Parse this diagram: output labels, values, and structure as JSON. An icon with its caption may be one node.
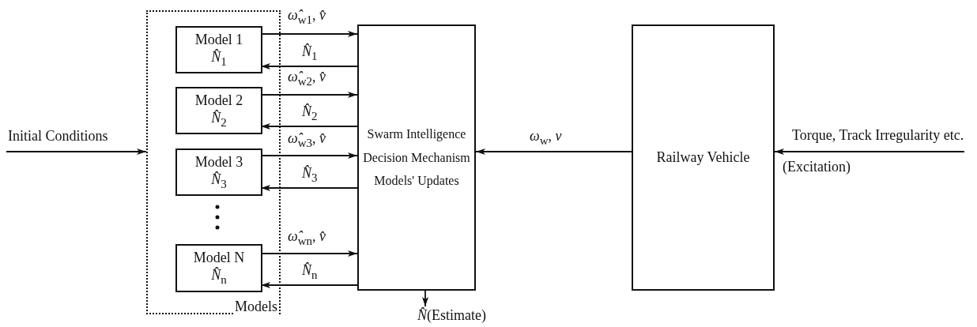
{
  "diagram": {
    "nodes": [
      {
        "text": [
          "Models"
        ]
      },
      {
        "text": [
          "Model 1",
          "*N̂*$_{1}$"
        ],
        "in": 0
      },
      {
        "text": [
          "Model 2",
          "*N̂*$_{2}$"
        ],
        "in": 0
      },
      {
        "text": [
          "Model 3",
          "*N̂*$_{3}$"
        ],
        "in": 0
      },
      {
        "text": [
          "Model N",
          "*N̂*$_{n}$"
        ],
        "in": 0
      },
      {
        "text": [
          "Swarm Intelligence Decision Mechanism Models' Updates"
        ]
      },
      {
        "text": [
          "Railway Vehicle"
        ]
      }
    ],
    "edges": [
      {
        "from": null,
        "to": 0,
        "arrow": "to",
        "label": "Initial Conditions"
      },
      {
        "from": 1,
        "to": 5,
        "arrow": "to",
        "label": "*ω̂*$_{w1}$, *v̂*"
      },
      {
        "from": 5,
        "to": 1,
        "arrow": "to",
        "label": "*N̂*$_{1}$"
      },
      {
        "from": 2,
        "to": 5,
        "arrow": "to",
        "label": "*ω̂*$_{w2}$, *v̂*"
      },
      {
        "from": 5,
        "to": 2,
        "arrow": "to",
        "label": "*N̂*$_{2}$"
      },
      {
        "from": 3,
        "to": 5,
        "arrow": "to",
        "label": "*ω̂*$_{w3}$, *v̂*"
      },
      {
        "from": 5,
        "to": 3,
        "arrow": "to",
        "label": "*N̂*$_{3}$"
      },
      {
        "from": 4,
        "to": 5,
        "arrow": "to",
        "label": "*ω̂*$_{wn}$, *v̂*"
      },
      {
        "from": 5,
        "to": 4,
        "arrow": "to",
        "label": "*N̂*$_{n}$"
      },
      {
        "from": 5,
        "to": null,
        "arrow": "to",
        "label": "*N̂*(Estimate)"
      },
      {
        "from": 6,
        "to": 5,
        "arrow": "to",
        "label": "*ω*$_{w}$, *v*"
      },
      {
        "from": null,
        "to": 6,
        "arrow": "to",
        "label": "Torque, Track Irregularity etc."
      }
    ],
    "labels": [
      "(Excitation)"
    ]
  }
}
